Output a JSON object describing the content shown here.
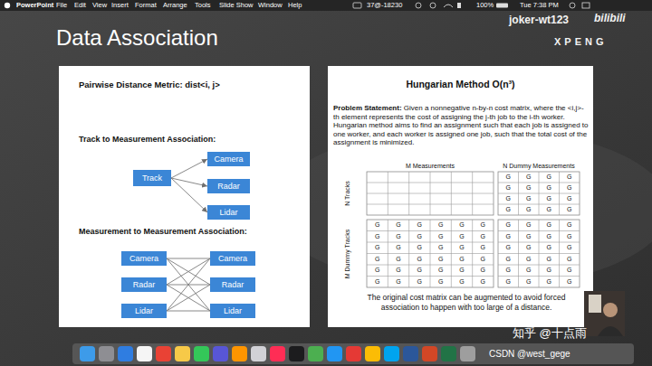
{
  "diagram": {
    "title": "Data Association",
    "nodes": [
      {
        "text": [
          "Pairwise Distance Metric: dist<i, j>",
          "Track to Measurement Association:",
          "Measurement to Measurement Association:"
        ]
      },
      {
        "text": [
          "Track"
        ],
        "in": 0
      },
      {
        "text": [
          "Camera"
        ],
        "in": 0
      },
      {
        "text": [
          "Radar"
        ],
        "in": 0
      },
      {
        "text": [
          "Lidar"
        ],
        "in": 0
      },
      {
        "text": [
          "Camera"
        ],
        "in": 0
      },
      {
        "text": [
          "Radar"
        ],
        "in": 0
      },
      {
        "text": [
          "Lidar"
        ],
        "in": 0
      },
      {
        "text": [
          "Camera"
        ],
        "in": 0
      },
      {
        "text": [
          "Radar"
        ],
        "in": 0
      },
      {
        "text": [
          "Lidar"
        ],
        "in": 0
      },
      {
        "text": [
          "Hungarian Method O(n³)",
          "Problem Statement:",
          "Given a nonnegative n-by-n cost matrix, where the <i,j>-th element represents the cost of assigning the j-th job to the i-th worker. Hungarian method aims to find an assignment such that each job is assigned to one worker, and each worker is assigned one job, such that the total cost of the assignment is minimized.",
          "The original cost matrix can be augmented to avoid forced association to happen with too large of a distance."
        ]
      }
    ],
    "edges": [
      {
        "from": 1,
        "to": 2,
        "arrow": "to"
      },
      {
        "from": 1,
        "to": 3,
        "arrow": "to"
      },
      {
        "from": 1,
        "to": 4,
        "arrow": "to"
      },
      {
        "from": 5,
        "to": 8,
        "arrow": "none"
      },
      {
        "from": 5,
        "to": 9,
        "arrow": "none"
      },
      {
        "from": 5,
        "to": 10,
        "arrow": "none"
      },
      {
        "from": 6,
        "to": 8,
        "arrow": "none"
      },
      {
        "from": 6,
        "to": 9,
        "arrow": "none"
      },
      {
        "from": 6,
        "to": 10,
        "arrow": "none"
      },
      {
        "from": 7,
        "to": 8,
        "arrow": "none"
      },
      {
        "from": 7,
        "to": 9,
        "arrow": "none"
      },
      {
        "from": 7,
        "to": 10,
        "arrow": "none"
      }
    ],
    "labels": [
      "PowerPoint",
      "File",
      "Edit",
      "View",
      "Insert",
      "Format",
      "Arrange",
      "Tools",
      "Slide Show",
      "Window",
      "Help",
      "37@-18230",
      "100%",
      "Tue 7:38 PM",
      "joker-wt123",
      "bilibili",
      "XPENG",
      "M Measurements",
      "N Dummy Measurements",
      "N Tracks",
      "M Dummy Tracks",
      "G",
      "G",
      "G",
      "G",
      "G",
      "G",
      "G",
      "G",
      "G",
      "G",
      "G",
      "G",
      "G",
      "G",
      "G",
      "G",
      "G",
      "G",
      "G",
      "G",
      "G",
      "G",
      "G",
      "G",
      "G",
      "G",
      "G",
      "G",
      "G",
      "G",
      "G",
      "G",
      "G",
      "G",
      "G",
      "G",
      "G",
      "G",
      "G",
      "G",
      "G",
      "G",
      "G",
      "G",
      "G",
      "G",
      "G",
      "G",
      "G",
      "G",
      "G",
      "G",
      "G",
      "G",
      "G",
      "G",
      "G",
      "G",
      "G",
      "G",
      "G",
      "G",
      "G",
      "G",
      "G",
      "G",
      "G",
      "G",
      "G",
      "G",
      "G",
      "G",
      "G",
      "G",
      "G",
      "G",
      "知乎 @十点雨",
      "CSDN @west_gege"
    ]
  }
}
